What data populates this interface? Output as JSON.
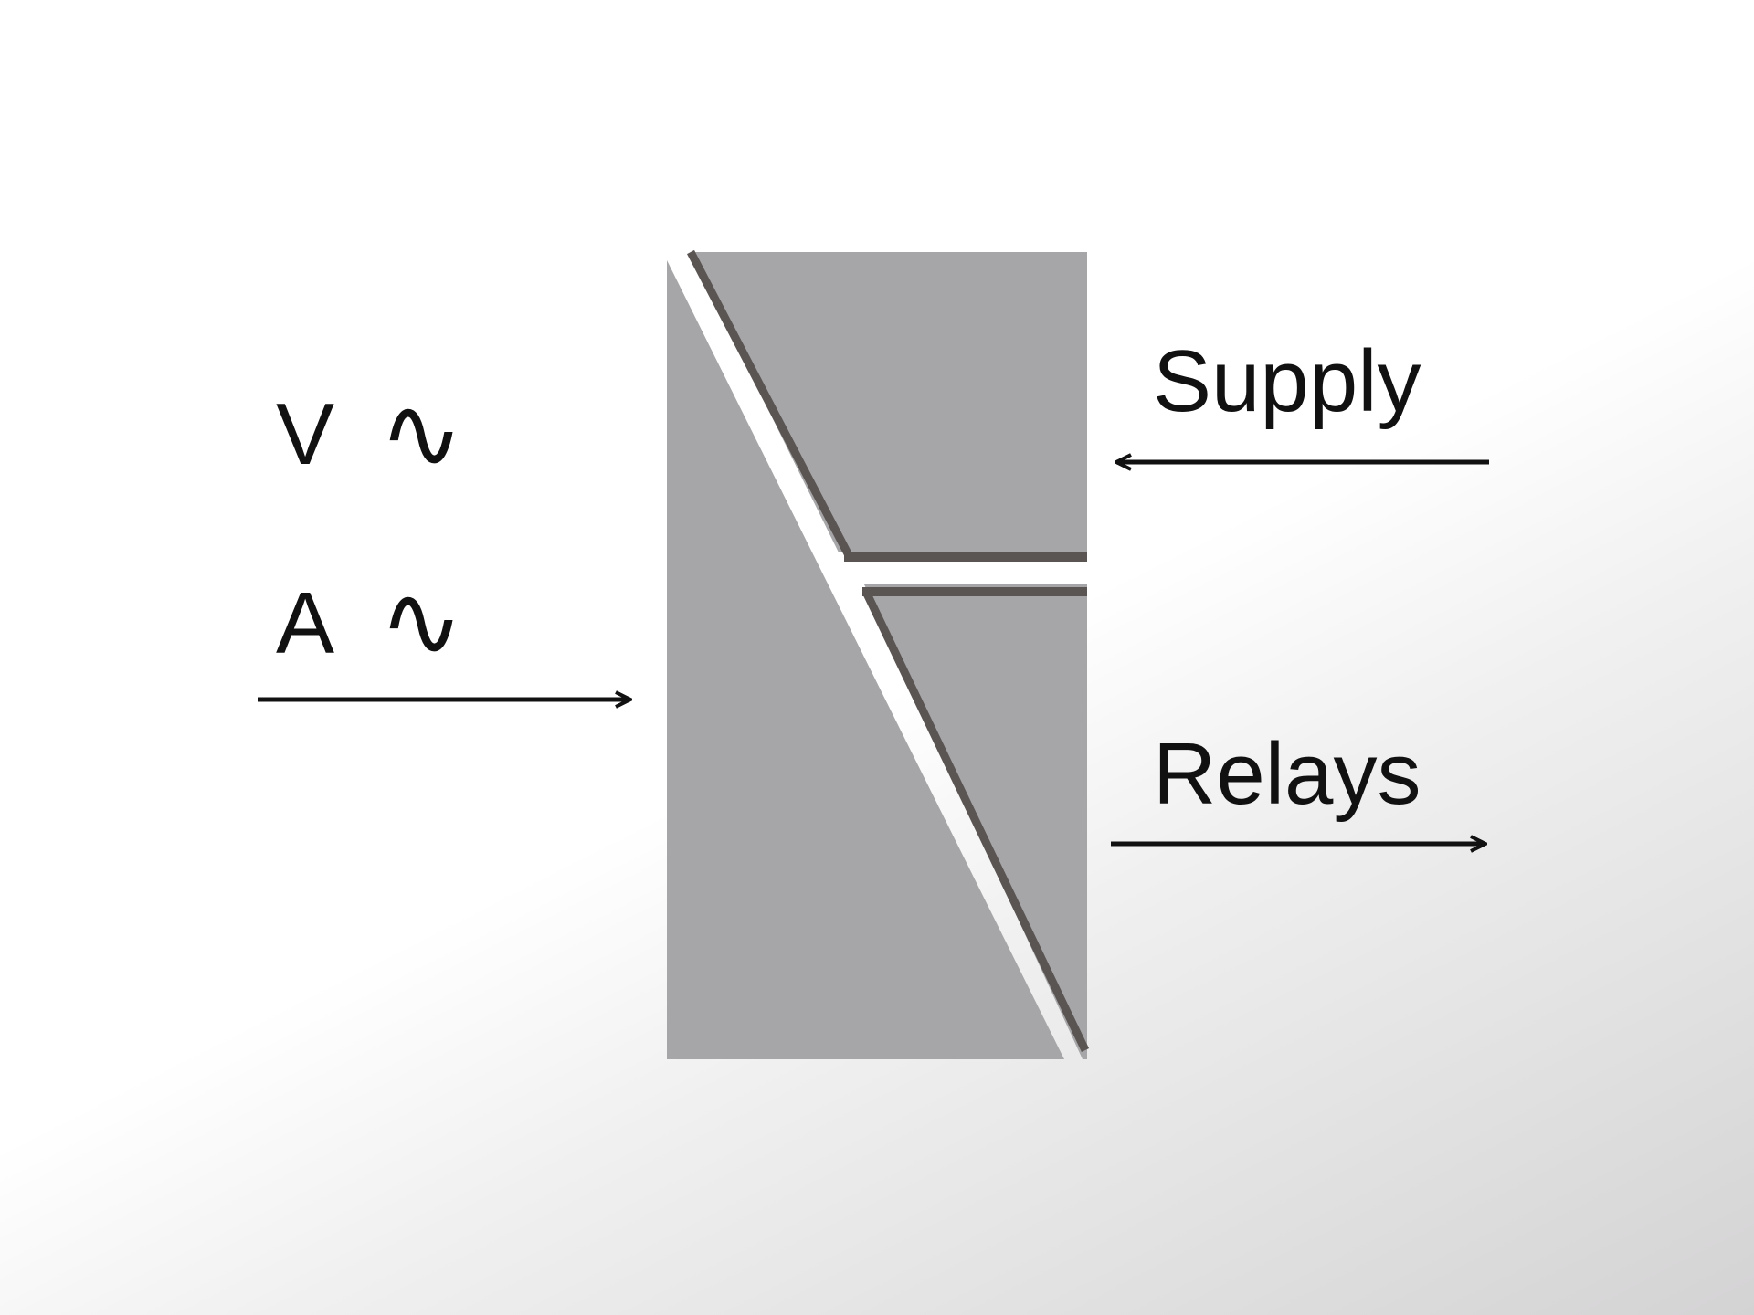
{
  "inputs": {
    "voltage_label": "V",
    "voltage_symbol": "∿",
    "current_label": "A",
    "current_symbol": "∿"
  },
  "supply_label": "Supply",
  "relays_label": "Relays",
  "colors": {
    "block_fill": "#a6a6a8",
    "divider_line": "#5a5452",
    "gap": "#ffffff",
    "text": "#111111",
    "arrow": "#111111"
  }
}
